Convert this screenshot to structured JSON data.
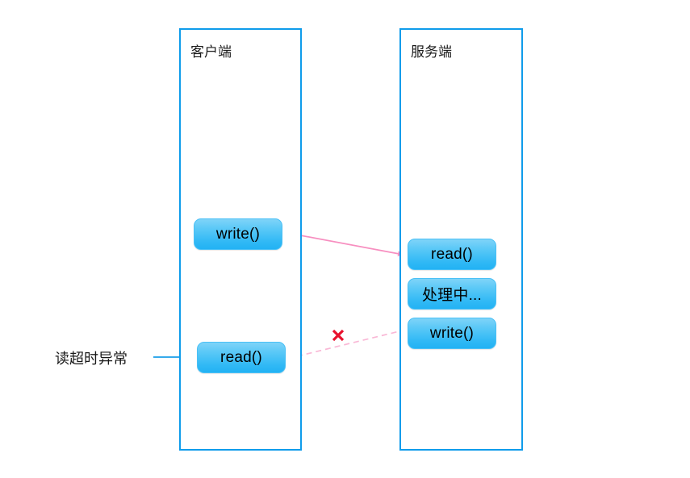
{
  "diagram": {
    "title_client": "客户端",
    "title_server": "服务端",
    "lanes": [
      {
        "id": "client",
        "label": "客户端"
      },
      {
        "id": "server",
        "label": "服务端"
      }
    ],
    "nodes": [
      {
        "id": "client-write",
        "lane": "client",
        "label": "write()"
      },
      {
        "id": "client-read",
        "lane": "client",
        "label": "read()"
      },
      {
        "id": "server-read",
        "lane": "server",
        "label": "read()"
      },
      {
        "id": "server-proc",
        "lane": "server",
        "label": "处理中..."
      },
      {
        "id": "server-write",
        "lane": "server",
        "label": "write()"
      }
    ],
    "annotations": [
      {
        "id": "timeout-label",
        "label": "读超时异常"
      }
    ],
    "markers": [
      {
        "id": "failure-cross",
        "glyph": "✕",
        "color": "#e8112d"
      }
    ],
    "connectors": [
      {
        "id": "request",
        "from": "client-write",
        "to": "server-read",
        "style": "solid",
        "color": "#f78fc0"
      },
      {
        "id": "response",
        "from": "server-write",
        "to": "client-read",
        "style": "dashed",
        "color": "#f9b8d6"
      },
      {
        "id": "server-read-to-proc",
        "from": "server-read",
        "to": "server-proc",
        "style": "solid",
        "color": "#2fb7f2"
      },
      {
        "id": "server-proc-to-write",
        "from": "server-proc",
        "to": "server-write",
        "style": "solid",
        "color": "#2fb7f2"
      },
      {
        "id": "timeout-pointer",
        "from": "timeout-label",
        "to": "client-read",
        "style": "solid",
        "color": "#1a9ee8"
      }
    ],
    "colors": {
      "lane_border": "#0f9ceb",
      "node_fill_top": "#7fd4f8",
      "node_fill_bottom": "#22b2f4",
      "request_line": "#f78fc0",
      "response_line": "#f9b8d6",
      "inner_arrow": "#2fb7f2",
      "pointer_arrow": "#1a9ee8",
      "cross_mark": "#e8112d",
      "text": "#1a1a1a",
      "background": "#ffffff"
    }
  }
}
